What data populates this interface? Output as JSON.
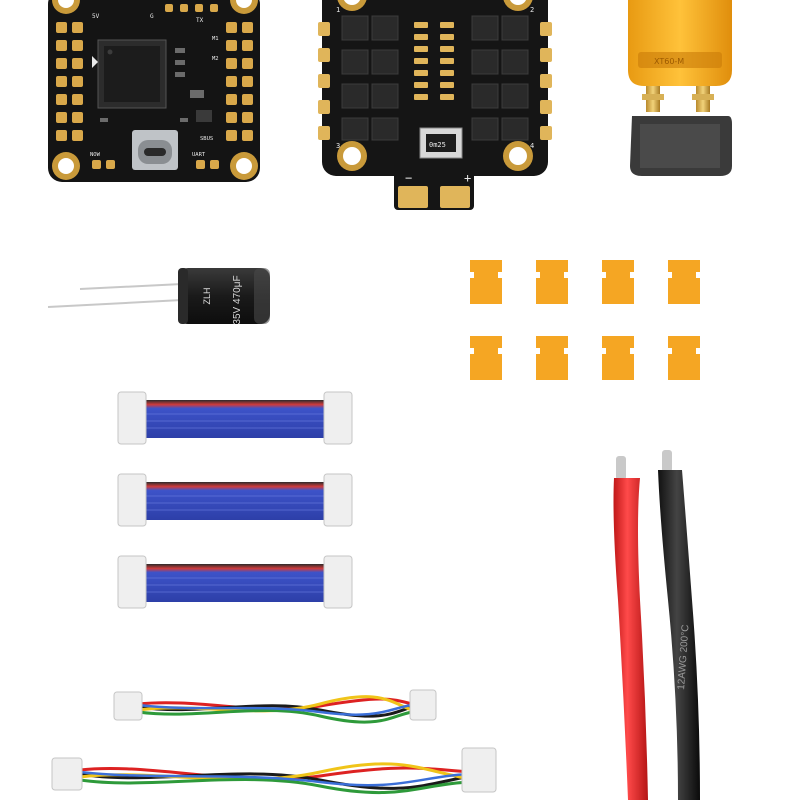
{
  "flight_controller": {
    "labels": {
      "tl": "5V",
      "t2": "G",
      "t3": "TX",
      "usb_left": "NOW",
      "usb_right": "UART",
      "side": "SBUS",
      "r1": "M1",
      "r2": "M2"
    }
  },
  "esc": {
    "corner_tl": "1",
    "corner_tr": "2",
    "corner_bl": "3",
    "corner_br": "4",
    "cap_text": "0m25",
    "minus": "−",
    "plus": "+"
  },
  "capacitor": {
    "line1": "35V 470μF",
    "line2": "ZLH"
  },
  "wire": {
    "print": "12AWG 200°C"
  },
  "xt60": {
    "mold_text": "XT60-M"
  }
}
